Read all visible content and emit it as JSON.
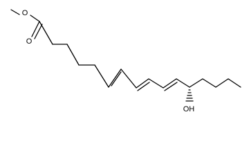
{
  "structure": {
    "atoms": {
      "ester_oxygen": "O",
      "carbonyl_oxygen": "O",
      "hydroxyl": "OH"
    },
    "colors": {
      "bond": "#000000",
      "background": "#ffffff"
    }
  }
}
